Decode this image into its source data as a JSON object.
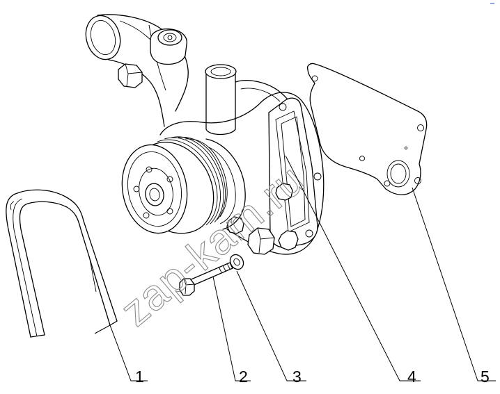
{
  "watermark": "zap-kam.ru",
  "callouts": [
    {
      "id": "1",
      "label": "1"
    },
    {
      "id": "2",
      "label": "2"
    },
    {
      "id": "3",
      "label": "3"
    },
    {
      "id": "4",
      "label": "4"
    },
    {
      "id": "5",
      "label": "5"
    }
  ],
  "parts": {
    "belt": "drive-belt",
    "bolt": "bolt",
    "washer": "washer",
    "pump": "water-pump-assembly",
    "gasket": "gasket"
  },
  "colors": {
    "line": "#000000",
    "watermark": "#8a8a8a",
    "background": "#ffffff"
  }
}
